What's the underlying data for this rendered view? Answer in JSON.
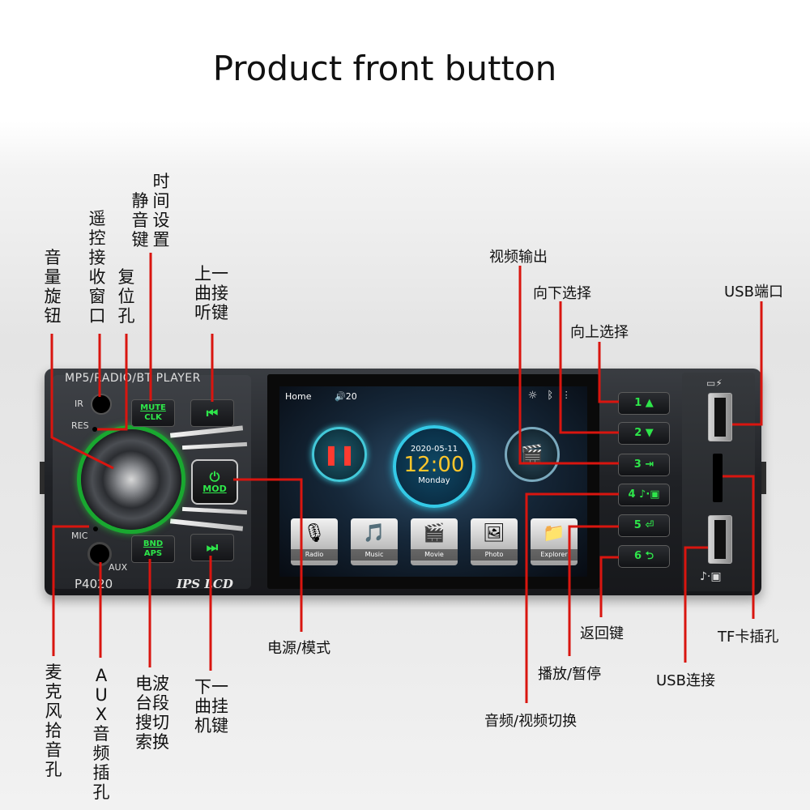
{
  "title": "Product front button",
  "device": {
    "model_top": "MP5/RADIO/BT PLAYER",
    "model_bottom": "P4020",
    "ips_label": "IPS LCD",
    "ir_label": "IR",
    "res_label": "RES",
    "mic_label": "MIC",
    "aux_label": "AUX",
    "mute_label_1": "MUTE",
    "mute_label_2": "CLK",
    "bnd_label_1": "BND",
    "bnd_label_2": "APS",
    "mod_label": "MOD"
  },
  "screen": {
    "home": "Home",
    "volume": "20",
    "date": "2020-05-11",
    "time": "12:00",
    "weekday": "Monday",
    "apps": [
      "Radio",
      "Music",
      "Movie",
      "Photo",
      "Explorer"
    ]
  },
  "right_buttons": [
    "1 ▲",
    "2 ▼",
    "3 ⇥",
    "4 ♪·▣",
    "5 ⏎",
    "6 ⮌"
  ],
  "labels": {
    "volume_knob": "音量旋钮",
    "remote_window": "遥控接收窗口",
    "reset_hole": "复位孔",
    "mute_clock": "静音键",
    "time_set": "时间设置",
    "prev_track": "上一曲接听键",
    "video_out": "视频输出",
    "down_select": "向下选择",
    "up_select": "向上选择",
    "usb_port": "USB端口",
    "power_mode": "电源/模式",
    "back_key": "返回键",
    "play_pause": "播放/暂停",
    "usb_connect": "USB连接",
    "tf_slot": "TF卡插孔",
    "av_switch": "音频/视频切换",
    "mic_hole": "麦克风拾音孔",
    "aux_jack": "AUX音频插孔",
    "band_search": "电波台段搜切索换",
    "next_track": "下一曲挂机键"
  },
  "line_color": "#d9150f",
  "accent_green": "#2ee64a"
}
